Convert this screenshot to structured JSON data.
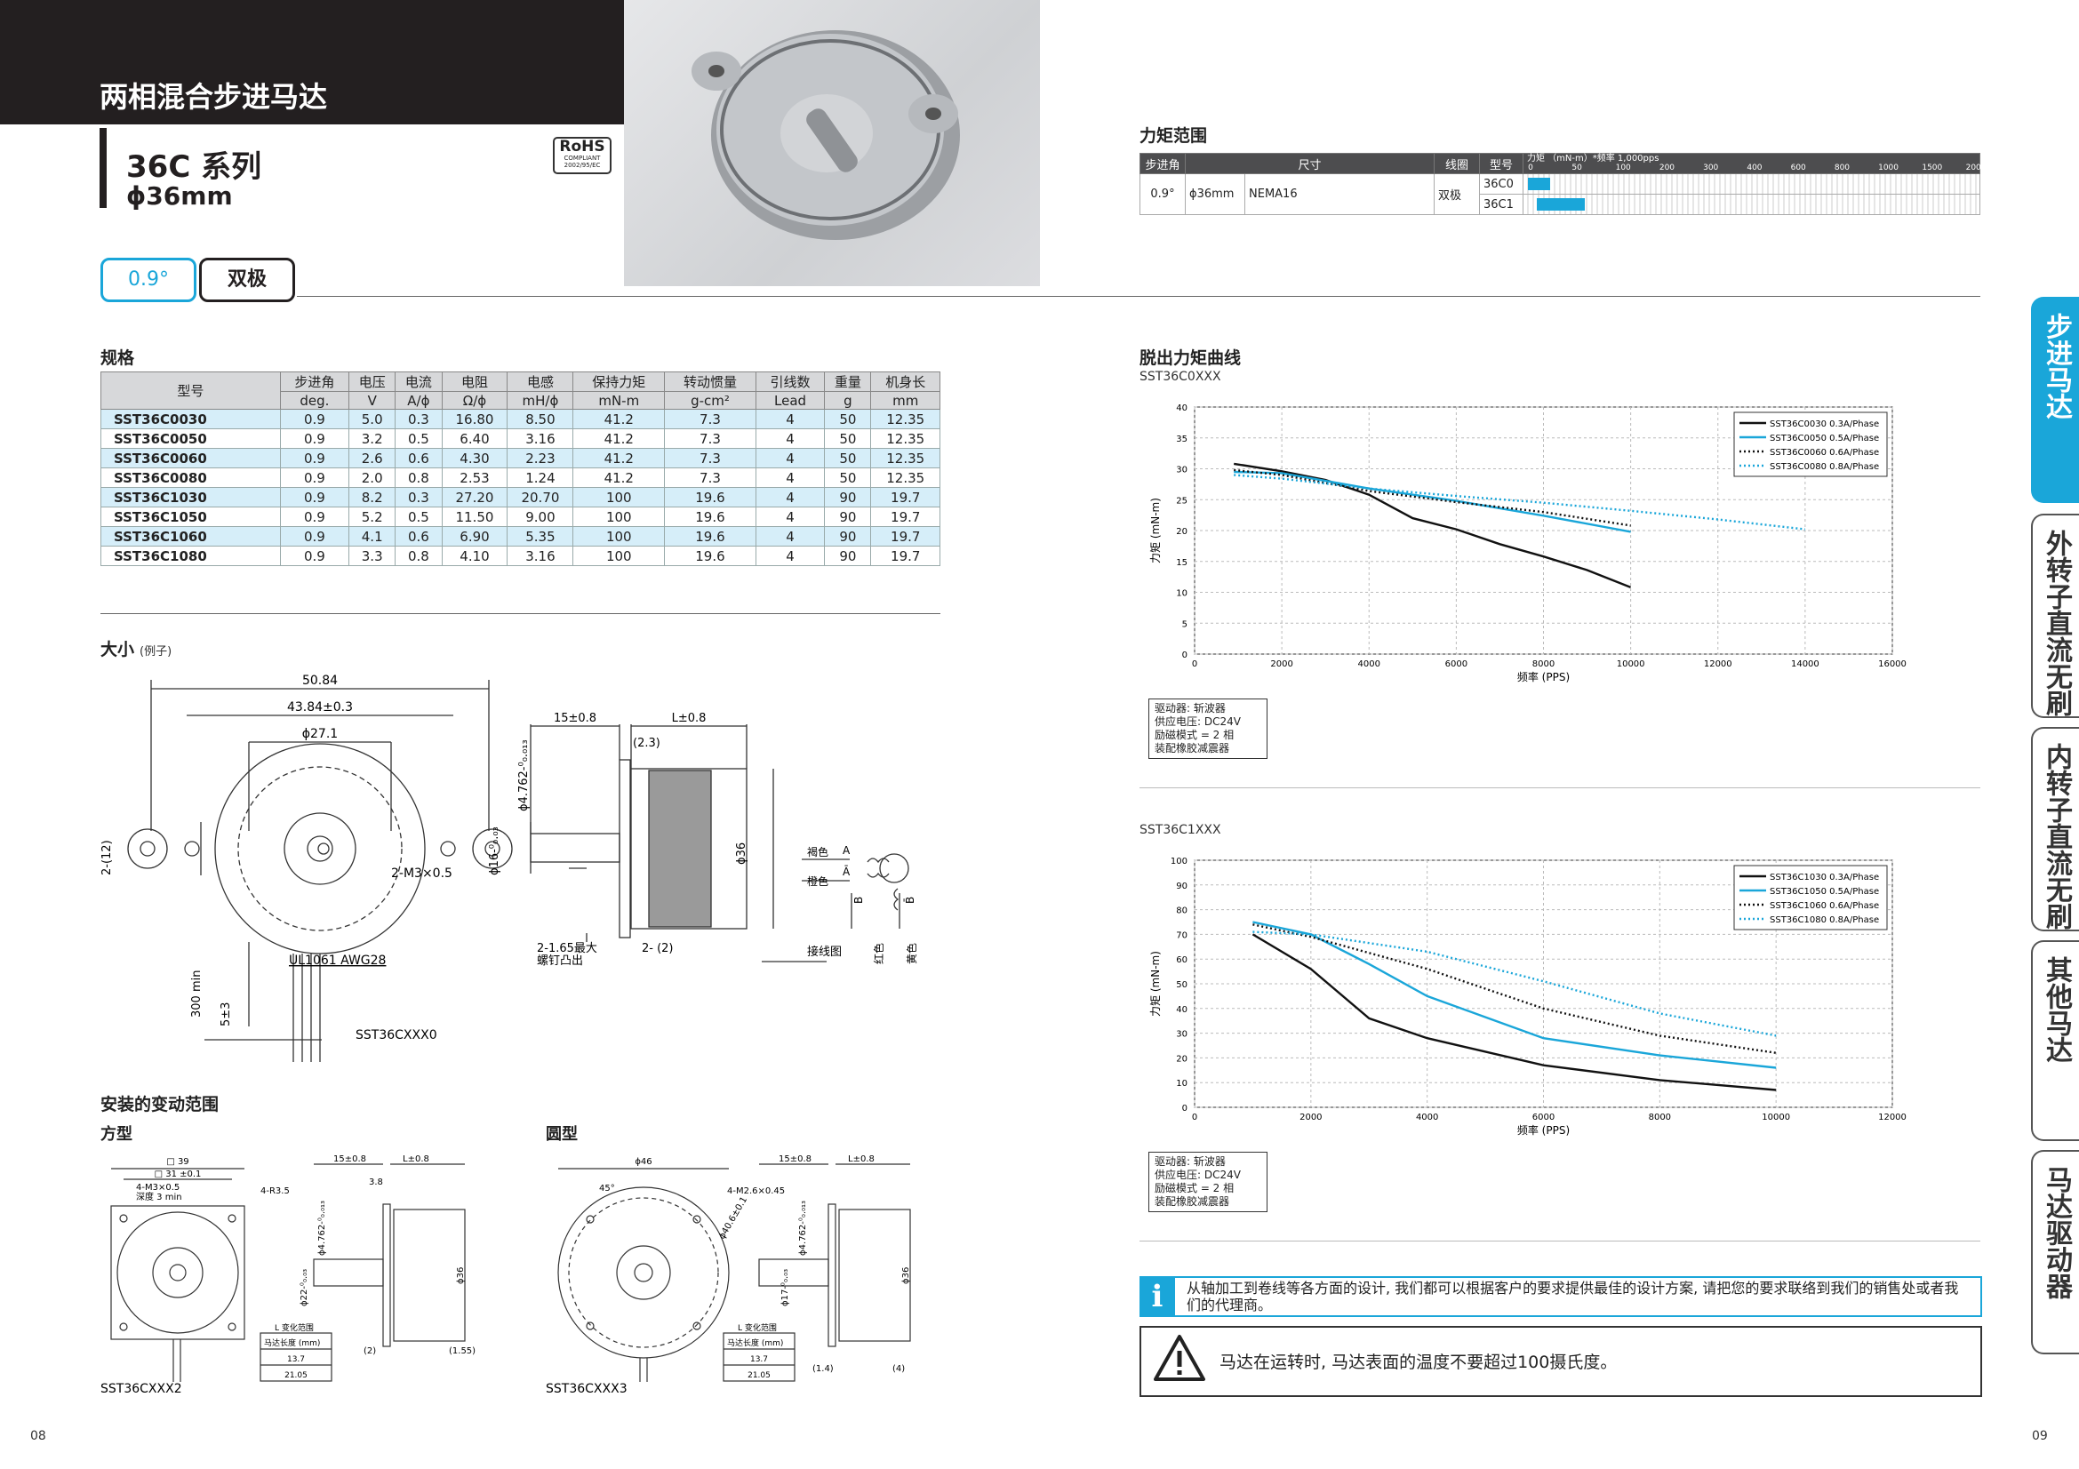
{
  "header": {
    "title": "两相混合步进马达",
    "series": "36C 系列",
    "diameter": "ϕ36mm",
    "rohs": "RoHS",
    "rohs_sub1": "COMPLIANT",
    "rohs_sub2": "2002/95/EC",
    "badge_step": "0.9°",
    "badge_type": "双极"
  },
  "spec": {
    "section": "规格",
    "headers": [
      "型号",
      "步进角",
      "电压",
      "电流",
      "电阻",
      "电感",
      "保持力矩",
      "转动惯量",
      "引线数",
      "重量",
      "机身长"
    ],
    "units": [
      "deg.",
      "V",
      "A/ϕ",
      "Ω/ϕ",
      "mH/ϕ",
      "mN-m",
      "g-cm²",
      "Lead",
      "g",
      "mm"
    ],
    "rows": [
      [
        "SST36C0030",
        "0.9",
        "5.0",
        "0.3",
        "16.80",
        "8.50",
        "41.2",
        "7.3",
        "4",
        "50",
        "12.35"
      ],
      [
        "SST36C0050",
        "0.9",
        "3.2",
        "0.5",
        "6.40",
        "3.16",
        "41.2",
        "7.3",
        "4",
        "50",
        "12.35"
      ],
      [
        "SST36C0060",
        "0.9",
        "2.6",
        "0.6",
        "4.30",
        "2.23",
        "41.2",
        "7.3",
        "4",
        "50",
        "12.35"
      ],
      [
        "SST36C0080",
        "0.9",
        "2.0",
        "0.8",
        "2.53",
        "1.24",
        "41.2",
        "7.3",
        "4",
        "50",
        "12.35"
      ],
      [
        "SST36C1030",
        "0.9",
        "8.2",
        "0.3",
        "27.20",
        "20.70",
        "100",
        "19.6",
        "4",
        "90",
        "19.7"
      ],
      [
        "SST36C1050",
        "0.9",
        "5.2",
        "0.5",
        "11.50",
        "9.00",
        "100",
        "19.6",
        "4",
        "90",
        "19.7"
      ],
      [
        "SST36C1060",
        "0.9",
        "4.1",
        "0.6",
        "6.90",
        "5.35",
        "100",
        "19.6",
        "4",
        "90",
        "19.7"
      ],
      [
        "SST36C1080",
        "0.9",
        "3.3",
        "0.8",
        "4.10",
        "3.16",
        "100",
        "19.6",
        "4",
        "90",
        "19.7"
      ]
    ]
  },
  "torque_range": {
    "section": "力矩范围",
    "headers": [
      "步进角",
      "尺寸",
      "",
      "线圈",
      "型号"
    ],
    "axis_title": "力矩 （mN-m）*频率 1,000pps",
    "ticks": [
      "0",
      "50",
      "100",
      "200",
      "300",
      "400",
      "600",
      "800",
      "1000",
      "1500",
      "2000"
    ],
    "row": {
      "step": "0.9°",
      "size": "ϕ36mm",
      "nema": "NEMA16",
      "coil": "双极"
    },
    "models": [
      {
        "name": "36C0",
        "from": 0,
        "to": 25
      },
      {
        "name": "36C1",
        "from": 10,
        "to": 65
      }
    ]
  },
  "dims": {
    "section": "大小",
    "section_note": "(例子)",
    "d1": "50.84",
    "d2": "43.84±0.3",
    "d3": "ϕ27.1",
    "d4": "2-(12)",
    "d5": "2-M3×0.5",
    "wire": "UL1061 AWG28",
    "d6": "300 min",
    "d7": "5±3",
    "model": "SST36CXXX0",
    "s1": "15±0.8",
    "s2": "L±0.8",
    "s3": "(2.3)",
    "s4": "ϕ4.762-⁰₀.₀₁₃",
    "s5": "ϕ16-⁰₀.₀₃",
    "s6": "ϕ36",
    "s7": "2-1.65最大",
    "s8": "螺钉凸出",
    "s9": "2- (2)",
    "wiring": "接线图",
    "w1": "褐色",
    "w2": "橙色",
    "w3": "A",
    "w4": "Ā",
    "w5": "B",
    "w6": "B̄",
    "w7": "红色",
    "w8": "黄色"
  },
  "mount": {
    "section": "安装的变动范围",
    "square": "方型",
    "round": "圆型",
    "sq_model": "SST36CXXX2",
    "rd_model": "SST36CXXX3",
    "sq_labels": [
      "□ 39",
      "□ 31 ±0.1",
      "4-M3×0.5",
      "深度 3 min",
      "4-R3.5",
      "15±0.8",
      "L±0.8",
      "3.8",
      "ϕ4.762-⁰₀.₀₁₃",
      "ϕ22-⁰₀.₀₃",
      "ϕ36",
      "(2)",
      "(1.55)"
    ],
    "rd_labels": [
      "ϕ46",
      "45°",
      "4-M2.6×0.45",
      "ϕ40.6±0.1",
      "15±0.8",
      "L±0.8",
      "ϕ4.762-⁰₀.₀₁₃",
      "ϕ17-⁰₀.₀₃",
      "ϕ36",
      "(1.4)",
      "(4)"
    ],
    "ltable_title": "L 变化范围",
    "ltable_head": "马达长度 (mm)",
    "ltable_vals": [
      "13.7",
      "21.05"
    ]
  },
  "pullout": {
    "section": "脱出力矩曲线"
  },
  "driver_note": [
    "驱动器: 斩波器",
    "供应电压: DC24V",
    "励磁模式 = 2 相",
    "装配橡胶减震器"
  ],
  "notes": {
    "info": "从轴加工到卷线等各方面的设计, 我们都可以根据客户的要求提供最佳的设计方案, 请把您的要求联络到我们的销售处或者我们的代理商。",
    "warning": "马达在运转时, 马达表面的温度不要超过100摄氏度。"
  },
  "tabs": [
    "步进马达",
    "外转子直流无刷",
    "内转子直流无刷",
    "其他马达",
    "马达驱动器"
  ],
  "page_left": "08",
  "page_right": "09",
  "colors": {
    "accent": "#1aa6d9",
    "dark": "#231f20"
  },
  "chart_data": [
    {
      "type": "line",
      "title": "SST36C0XXX",
      "xlabel": "频率 (PPS)",
      "ylabel": "力矩 (mN-m)",
      "xlim": [
        0,
        16000
      ],
      "ylim": [
        0,
        40
      ],
      "xticks": [
        0,
        2000,
        4000,
        6000,
        8000,
        10000,
        12000,
        14000,
        16000
      ],
      "yticks": [
        0,
        5,
        10,
        15,
        20,
        25,
        30,
        35,
        40
      ],
      "legend": "top-right",
      "series": [
        {
          "name": "SST36C0030  0.3A/Phase",
          "style": "solid",
          "color": "#111111",
          "x": [
            900,
            2000,
            3000,
            4000,
            5000,
            6000,
            7000,
            8000,
            9000,
            10000
          ],
          "y": [
            30.8,
            29.6,
            28.2,
            25.8,
            22.0,
            20.2,
            17.8,
            15.8,
            13.6,
            10.8
          ]
        },
        {
          "name": "SST36C0050  0.5A/Phase",
          "style": "solid",
          "color": "#1aa6d9",
          "x": [
            900,
            2000,
            4000,
            6000,
            8000,
            10000
          ],
          "y": [
            29.5,
            29.3,
            26.8,
            24.8,
            22.4,
            19.8
          ]
        },
        {
          "name": "SST36C0060  0.6A/Phase",
          "style": "dotted",
          "color": "#111111",
          "x": [
            900,
            2000,
            4000,
            6000,
            8000,
            10000
          ],
          "y": [
            29.8,
            29.0,
            26.4,
            24.6,
            23.0,
            20.8
          ]
        },
        {
          "name": "SST36C0080  0.8A/Phase",
          "style": "dotted",
          "color": "#1aa6d9",
          "x": [
            900,
            2000,
            4000,
            6000,
            8000,
            10000,
            12000,
            14000
          ],
          "y": [
            29.0,
            28.4,
            26.8,
            25.6,
            24.5,
            23.2,
            21.8,
            20.2
          ]
        }
      ]
    },
    {
      "type": "line",
      "title": "SST36C1XXX",
      "xlabel": "频率 (PPS)",
      "ylabel": "力矩 (mN-m)",
      "xlim": [
        0,
        12000
      ],
      "ylim": [
        0,
        100
      ],
      "xticks": [
        0,
        2000,
        4000,
        6000,
        8000,
        10000,
        12000
      ],
      "yticks": [
        0,
        10,
        20,
        30,
        40,
        50,
        60,
        70,
        80,
        90,
        100
      ],
      "legend": "top-right",
      "series": [
        {
          "name": "SST36C1030  0.3A/Phase",
          "style": "solid",
          "color": "#111111",
          "x": [
            1000,
            2000,
            3000,
            4000,
            6000,
            8000,
            10000
          ],
          "y": [
            70,
            56,
            36,
            28,
            17,
            11,
            7
          ]
        },
        {
          "name": "SST36C1050  0.5A/Phase",
          "style": "solid",
          "color": "#1aa6d9",
          "x": [
            1000,
            2000,
            3000,
            4000,
            6000,
            8000,
            10000
          ],
          "y": [
            75,
            70,
            58,
            45,
            28,
            21,
            16
          ]
        },
        {
          "name": "SST36C1060  0.6A/Phase",
          "style": "dotted",
          "color": "#111111",
          "x": [
            1000,
            2000,
            4000,
            6000,
            8000,
            10000
          ],
          "y": [
            74,
            69,
            56,
            40,
            29,
            22
          ]
        },
        {
          "name": "SST36C1080  0.8A/Phase",
          "style": "dotted",
          "color": "#1aa6d9",
          "x": [
            1000,
            2000,
            4000,
            6000,
            8000,
            10000
          ],
          "y": [
            71,
            70,
            63,
            51,
            38,
            29
          ]
        }
      ]
    }
  ]
}
